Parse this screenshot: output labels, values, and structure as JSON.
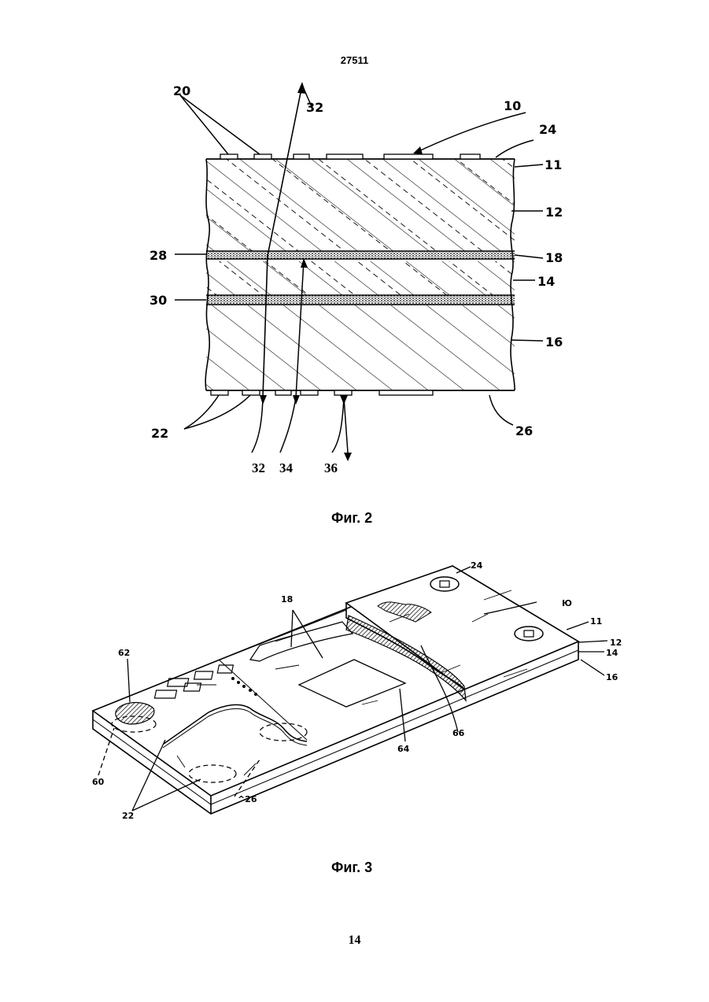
{
  "document_number": "27511",
  "page_number": "14",
  "figure2": {
    "caption": "Фиг. 2",
    "labels": {
      "l20": "20",
      "l32top": "32",
      "l10": "10",
      "l24": "24",
      "l11": "11",
      "l12": "12",
      "l28": "28",
      "l18": "18",
      "l14": "14",
      "l30": "30",
      "l16": "16",
      "l22": "22",
      "l26": "26",
      "l32": "32",
      "l34": "34",
      "l36": "36"
    }
  },
  "figure3": {
    "caption": "Фиг. 3",
    "labels": {
      "l18": "18",
      "l24": "24",
      "l10": "Ю",
      "l11": "11",
      "l12": "12",
      "l14": "14",
      "l16": "16",
      "l62": "62",
      "l60": "60",
      "l22": "22",
      "l26": "^26",
      "l64": "64",
      "l66": "66"
    }
  }
}
